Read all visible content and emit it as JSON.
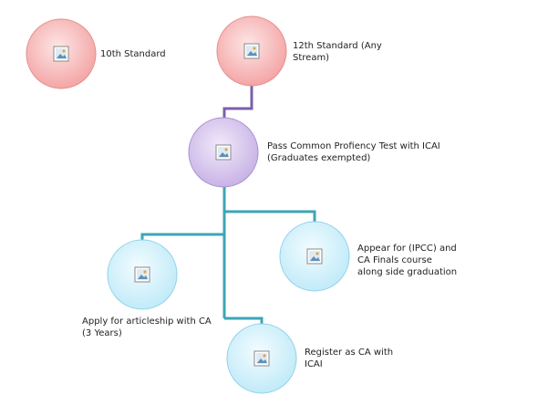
{
  "colors": {
    "pink_node": "#f6a3a3",
    "purple_node": "#c9b3e6",
    "blue_node": "#c4ecfa",
    "purple_connector": "#7a60a8",
    "teal_connector": "#3ba6b6"
  },
  "icon": "broken-image-icon",
  "nodes": {
    "tenth": {
      "label": "10th Standard"
    },
    "twelfth": {
      "label": "12th Standard (Any\nStream)"
    },
    "cpt": {
      "label": "Pass Common Profiency Test with  ICAI\n(Graduates exempted)"
    },
    "ipcc": {
      "label": "Appear for (IPCC) and\nCA Finals course\nalong side graduation"
    },
    "articleship": {
      "label": "Apply for articleship with CA\n(3 Years)"
    },
    "register": {
      "label": "Register as CA with\nICAI"
    }
  }
}
